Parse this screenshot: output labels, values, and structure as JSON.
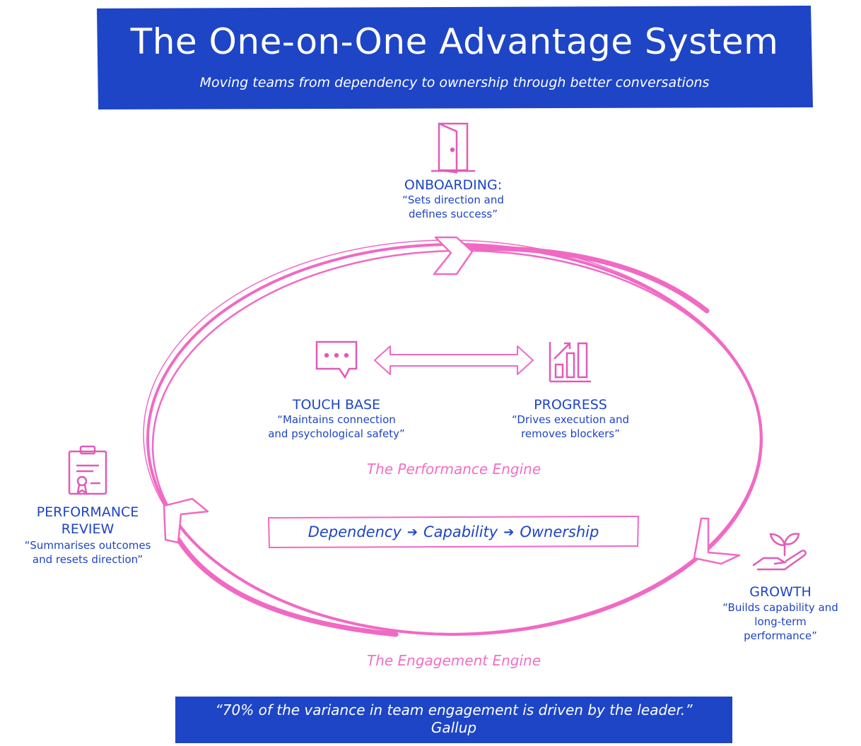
{
  "header": {
    "title": "The One-on-One Advantage System",
    "subtitle": "Moving teams from dependency to ownership through better conversations"
  },
  "stages": {
    "onboarding": {
      "title": "ONBOARDING:",
      "desc_line1": "“Sets direction and",
      "desc_line2": "defines success”",
      "icon": "door-icon"
    },
    "touch_base": {
      "title": "TOUCH BASE",
      "desc_line1": "“Maintains connection",
      "desc_line2": "and psychological safety”",
      "icon": "chat-bubble-icon"
    },
    "progress": {
      "title": "PROGRESS",
      "desc_line1": "“Drives execution and",
      "desc_line2": "removes blockers”",
      "icon": "bar-chart-icon"
    },
    "performance_review": {
      "title_line1": "PERFORMANCE",
      "title_line2": "REVIEW",
      "desc_line1": "“Summarises outcomes",
      "desc_line2": "and resets direction”",
      "icon": "certificate-clipboard-icon"
    },
    "growth": {
      "title": "GROWTH",
      "desc_line1": "“Builds capability and",
      "desc_line2": "long-term",
      "desc_line3": "performance”",
      "icon": "plant-in-hand-icon"
    }
  },
  "engines": {
    "performance": "The Performance Engine",
    "engagement": "The Engagement Engine"
  },
  "chain": {
    "step1": "Dependency",
    "arrow1": "➔",
    "step2": "Capability",
    "arrow2": "➔",
    "step3": "Ownership"
  },
  "quote": {
    "text": "“70% of the variance in team engagement is driven by the leader.”",
    "source": "Gallup"
  },
  "colors": {
    "brand_blue": "#1d45c6",
    "accent_pink": "#f26fc6",
    "loop_pink": "#f06ac4"
  }
}
